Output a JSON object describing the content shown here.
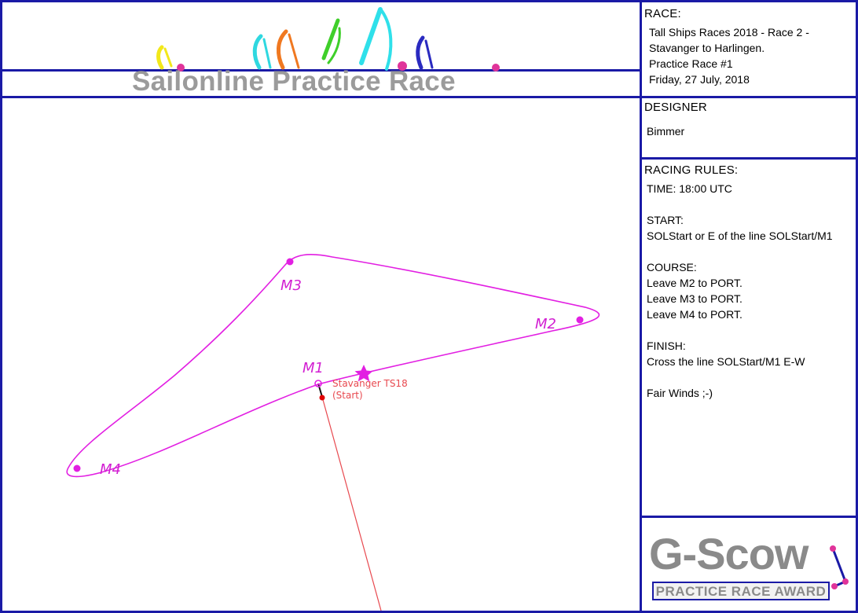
{
  "banner": {
    "title": "Sailonline Practice Race"
  },
  "race": {
    "heading": "RACE:",
    "lines": [
      "Tall Ships Races 2018 - Race 2 -",
      "Stavanger to Harlingen.",
      "Practice Race #1",
      "Friday, 27 July, 2018"
    ]
  },
  "designer": {
    "heading": "DESIGNER",
    "name": "Bimmer"
  },
  "rules": {
    "heading": "RACING RULES:",
    "time": "TIME: 18:00 UTC",
    "start_heading": "START:",
    "start_text": "SOLStart or E of the line SOLStart/M1",
    "course_heading": "COURSE:",
    "course_lines": [
      "Leave M2 to PORT.",
      "Leave M3 to PORT.",
      "Leave M4 to PORT."
    ],
    "finish_heading": "FINISH:",
    "finish_text": "Cross the line SOLStart/M1 E-W",
    "closing": "Fair Winds ;-)"
  },
  "map": {
    "marks": [
      "M1",
      "M2",
      "M3",
      "M4"
    ],
    "start_pin_name": "Stavanger TS18",
    "start_pin_sub": "(Start)",
    "course_color": "#e21fe2",
    "route_color": "#e8494f"
  },
  "award": {
    "title": "G-Scow",
    "subtitle": "PRACTICE RACE AWARD"
  },
  "colors": {
    "frame": "#1a1aa6",
    "banner_text": "#9b9b9b"
  }
}
